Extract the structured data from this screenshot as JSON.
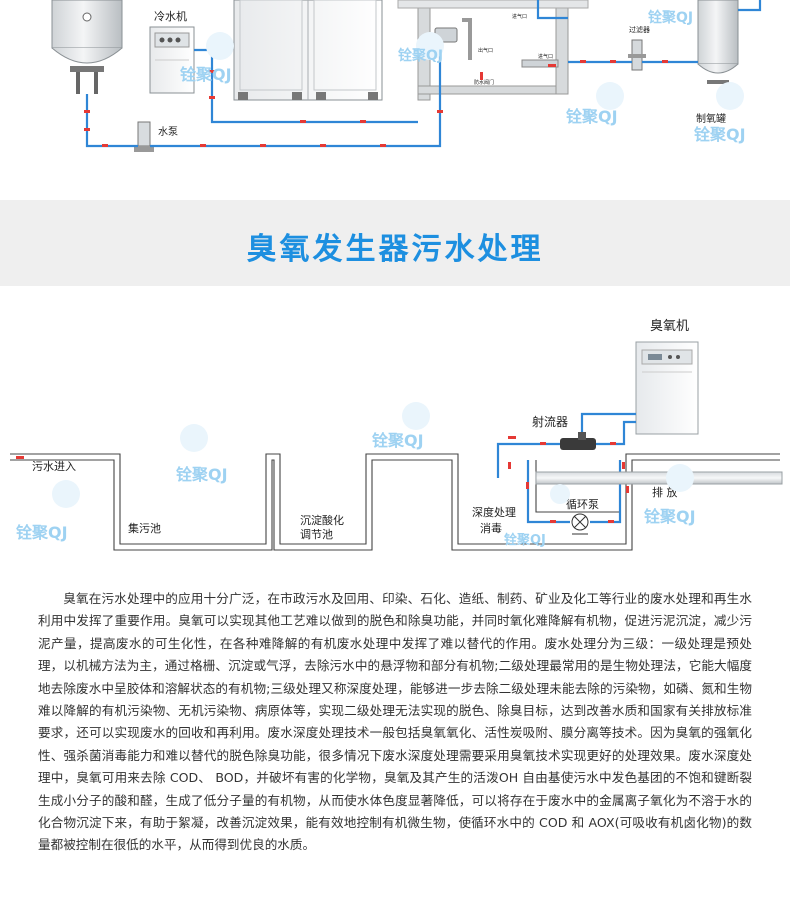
{
  "top_diagram": {
    "labels": {
      "chiller": "冷水机",
      "pump": "水泵",
      "filter": "过滤器",
      "oxygen_tank": "制氧罐",
      "port_in": "进气口",
      "port_out": "出气口",
      "port_inlet": "进气口",
      "drain": "防水阀门"
    }
  },
  "section": {
    "title": "臭氧发生器污水处理"
  },
  "process_diagram": {
    "ozone_machine": "臭氧机",
    "ejector": "射流器",
    "inlet": "污水进入",
    "tank_1": "集污池",
    "tank_2_line1": "沉淀酸化",
    "tank_2_line2": "调节池",
    "tank_3_line1": "深度处理",
    "tank_3_line2": "消毒",
    "circulation_pump": "循环泵",
    "discharge": "排 放"
  },
  "watermark": {
    "brand": "铨聚QJ"
  },
  "colors": {
    "title": "#1d8fe0",
    "pipe": "#2f86d6",
    "arrow": "#e53935",
    "banner": "#efefef"
  },
  "body_text": "臭氧在污水处理中的应用十分广泛，在市政污水及回用、印染、石化、造纸、制药、矿业及化工等行业的废水处理和再生水利用中发挥了重要作用。臭氧可以实现其他工艺难以做到的脱色和除臭功能，并同时氧化难降解有机物，促进污泥沉淀，减少污泥产量，提高废水的可生化性，在各种难降解的有机废水处理中发挥了难以替代的作用。废水处理分为三级：一级处理是预处理，以机械方法为主，通过格栅、沉淀或气浮，去除污水中的悬浮物和部分有机物;二级处理最常用的是生物处理法，它能大幅度地去除废水中呈胶体和溶解状态的有机物;三级处理又称深度处理，能够进一步去除二级处理未能去除的污染物，如磷、氮和生物难以降解的有机污染物、无机污染物、病原体等，实现二级处理无法实现的脱色、除臭目标，达到改善水质和国家有关排放标准要求，还可以实现废水的回收和再利用。废水深度处理技术一般包括臭氧氧化、活性炭吸附、膜分离等技术。因为臭氧的强氧化性、强杀菌消毒能力和难以替代的脱色除臭功能，很多情况下废水深度处理需要采用臭氧技术实现更好的处理效果。废水深度处理中，臭氧可用来去除 COD、 BOD，并破坏有害的化学物，臭氧及其产生的活泼OH 自由基使污水中发色基团的不饱和键断裂生成小分子的酸和醛，生成了低分子量的有机物，从而使水体色度显著降低，可以将存在于废水中的金属离子氧化为不溶于水的化合物沉淀下来，有助于絮凝，改善沉淀效果，能有效地控制有机微生物，使循环水中的 COD 和 AOX(可吸收有机卤化物)的数量都被控制在很低的水平，从而得到优良的水质。"
}
